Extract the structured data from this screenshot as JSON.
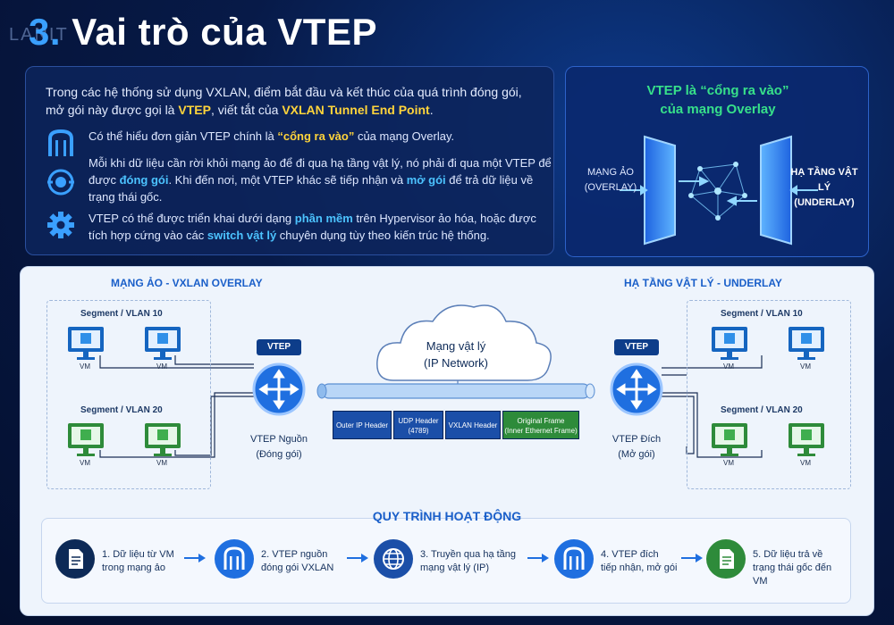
{
  "page": {
    "title": "3. Vai trò của VTEP",
    "title_num": "3.",
    "title_text": "Vai trò của VTEP",
    "logo": "LANIT"
  },
  "info": {
    "intro_part1": "Trong các hệ thống sử dụng VXLAN, điểm bắt đầu và kết thúc của quá trình đóng gói, mở gói này được gọi là ",
    "intro_hl1": "VTEP",
    "intro_part2": ", viết tắt của ",
    "intro_hl2": "VXLAN Tunnel End Point",
    "intro_part3": ".",
    "bullet1_part1": "Có thể hiểu đơn giản VTEP chính là ",
    "bullet1_hl": "“cổng ra vào”",
    "bullet1_part2": " của mạng Overlay.",
    "bullet2_part1": "Mỗi khi dữ liệu cần rời khỏi mạng ảo để đi qua hạ tầng vật lý, nó phải đi qua một VTEP để được ",
    "bullet2_hl1": "đóng gói",
    "bullet2_part2": ". Khi đến nơi, một VTEP khác sẽ tiếp nhận và ",
    "bullet2_hl2": "mở gói",
    "bullet2_part3": " để trả dữ liệu về trạng thái gốc.",
    "bullet3_part1": "VTEP có thể được triển khai dưới dạng ",
    "bullet3_hl1": "phần mềm",
    "bullet3_part2": " trên Hypervisor ảo hóa, hoặc được tích hợp cứng vào các ",
    "bullet3_hl2": "switch vật lý",
    "bullet3_part3": " chuyên dụng tùy theo kiến trúc hệ thống."
  },
  "vtep_panel": {
    "title_line1": "VTEP là “cổng ra vào”",
    "title_line2": "của mạng Overlay",
    "left_line1": "MẠNG ẢO",
    "left_line2": "(OVERLAY)",
    "right_line1": "HẠ TẦNG VẬT LÝ",
    "right_line2": "(UNDERLAY)"
  },
  "diagram": {
    "left_zone": "MẠNG ẢO - VXLAN OVERLAY",
    "right_zone": "HẠ TẦNG VẬT LÝ - UNDERLAY",
    "seg10": "Segment / VLAN 10",
    "seg20": "Segment / VLAN 20",
    "vm": "VM",
    "vtep": "VTEP",
    "src_line1": "VTEP Nguồn",
    "src_line2": "(Đóng gói)",
    "dst_line1": "VTEP Đích",
    "dst_line2": "(Mở gói)",
    "cloud_line1": "Mạng vật lý",
    "cloud_line2": "(IP Network)",
    "packet": [
      {
        "line1": "Outer IP Header",
        "line2": ""
      },
      {
        "line1": "UDP Header",
        "line2": "(4789)"
      },
      {
        "line1": "VXLAN Header",
        "line2": ""
      },
      {
        "line1": "Original Frame",
        "line2": "(Inner Ethernet Frame)"
      }
    ]
  },
  "flow": {
    "title": "QUY TRÌNH HOẠT ĐỘNG",
    "steps": [
      {
        "line1": "1. Dữ liệu từ VM",
        "line2": "trong mạng ảo"
      },
      {
        "line1": "2. VTEP nguồn",
        "line2": "đóng gói VXLAN"
      },
      {
        "line1": "3. Truyền qua hạ tầng",
        "line2": "mạng vật lý (IP)"
      },
      {
        "line1": "4. VTEP đích",
        "line2": "tiếp nhận, mở gói"
      },
      {
        "line1": "5. Dữ liệu trả về",
        "line2": "trạng thái gốc đến VM"
      }
    ]
  },
  "colors": {
    "accent_blue": "#3aa0ff",
    "highlight_yellow": "#ffd43b",
    "highlight_cyan": "#4cc3ff",
    "vtep_green": "#37e08a",
    "vlan10_blue": "#1565c0",
    "vlan20_green": "#2e8b3a",
    "packet_blue": "#1b4fa8",
    "packet_green": "#2e8b3a"
  }
}
